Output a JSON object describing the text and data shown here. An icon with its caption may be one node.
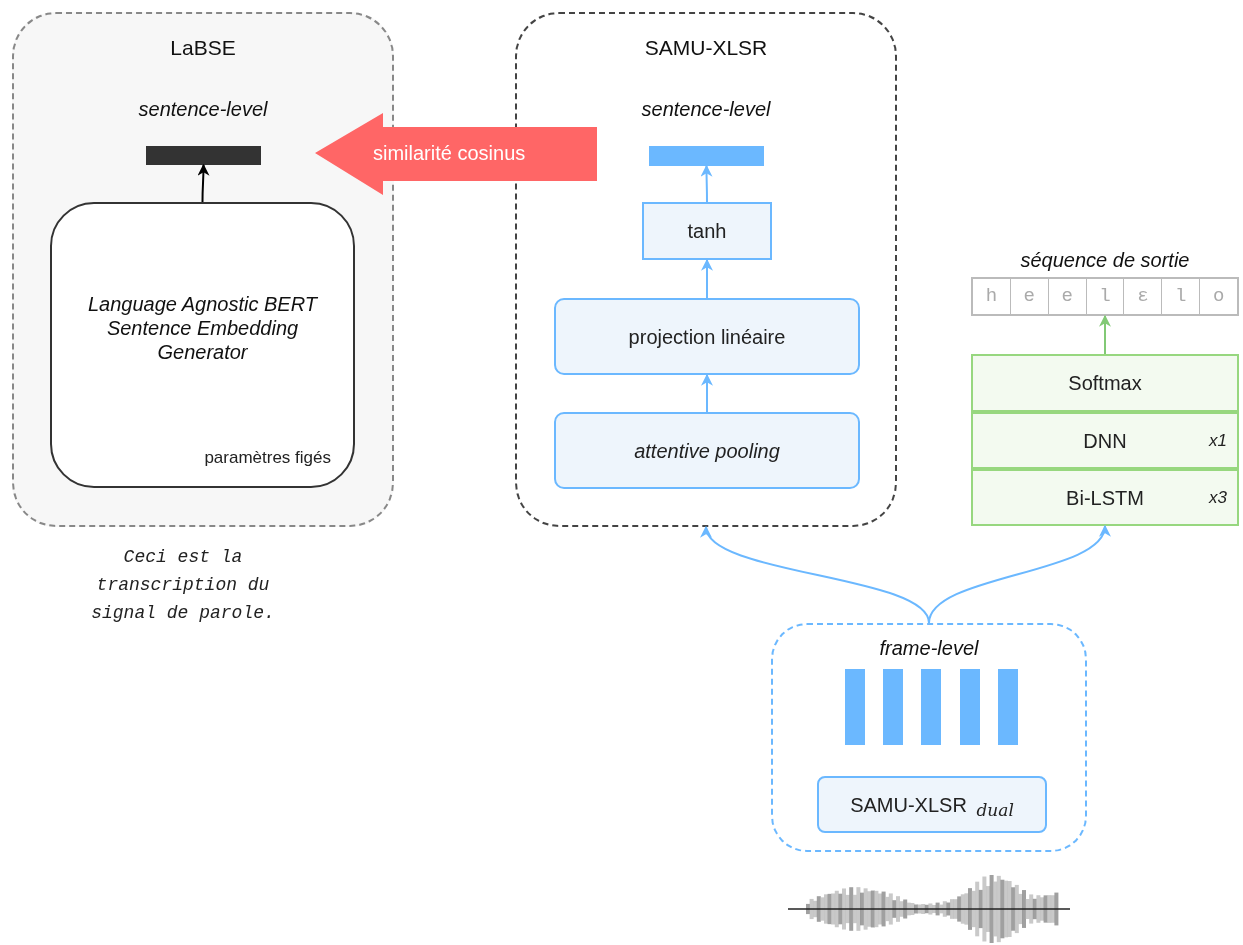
{
  "diagram": {
    "nodes": [
      {
        "text": [
          "LaBSE",
          "sentence-level"
        ]
      },
      {
        "text": [],
        "shape": "bar",
        "in": 0
      },
      {
        "text": [
          "Language Agnostic BERT Sentence Embedding Generator",
          "paramètres figés"
        ],
        "in": 0
      },
      {
        "text": [
          "SAMU-XLSR",
          "sentence-level"
        ]
      },
      {
        "text": [],
        "shape": "bar",
        "in": 3
      },
      {
        "text": [
          "tanh"
        ],
        "in": 3
      },
      {
        "text": [
          "projection linéaire"
        ],
        "in": 3
      },
      {
        "text": [
          "attentive pooling"
        ],
        "in": 3
      },
      {
        "text": [
          "séquence de sortie",
          "h",
          "e",
          "e",
          "l",
          "ɛ",
          "l",
          "o"
        ]
      },
      {
        "text": [
          "Softmax"
        ]
      },
      {
        "text": [
          "DNN",
          "x1"
        ]
      },
      {
        "text": [
          "Bi-LSTM",
          "x3"
        ]
      },
      {
        "text": [
          "frame-level"
        ]
      },
      {
        "text": [
          "SAMU-XLSR $_{dual}$"
        ],
        "in": 12
      },
      {
        "text": [
          "similarité cosinus"
        ]
      }
    ],
    "edges": [
      {
        "from": 2,
        "to": 1,
        "arrow": "to",
        "color": "#000000"
      },
      {
        "from": 7,
        "to": 6,
        "arrow": "to"
      },
      {
        "from": 6,
        "to": 5,
        "arrow": "to"
      },
      {
        "from": 5,
        "to": 4,
        "arrow": "to"
      },
      {
        "from": 9,
        "to": 8,
        "arrow": "to",
        "color": "#82c975"
      },
      {
        "from": 12,
        "to": 3,
        "arrow": "to"
      },
      {
        "from": 12,
        "to": 11,
        "arrow": "to"
      }
    ],
    "labels": [
      "Ceci est la transcription du signal de parole."
    ]
  }
}
